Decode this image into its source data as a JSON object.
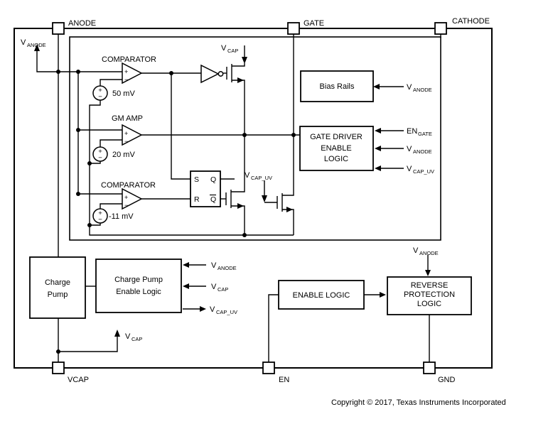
{
  "pins": {
    "anode": "ANODE",
    "gate": "GATE",
    "cathode": "CATHODE",
    "vcap": "VCAP",
    "en": "EN",
    "gnd": "GND"
  },
  "signals": {
    "v_anode": {
      "main": "V",
      "sub": "ANODE"
    },
    "v_cap": {
      "main": "V",
      "sub": "CAP"
    },
    "v_cap_uv": {
      "main": "V",
      "sub": "CAP_UV"
    },
    "en_gate": {
      "main": "EN",
      "sub": "GATE"
    }
  },
  "amplifiers": {
    "comparator_top": {
      "label": "COMPARATOR",
      "offset": "50 mV"
    },
    "gm_amp": {
      "label": "GM AMP",
      "offset": "20 mV"
    },
    "comparator_bottom": {
      "label": "COMPARATOR",
      "offset": "-11 mV"
    }
  },
  "symbols": {
    "plus": "+",
    "minus": "−"
  },
  "latch": {
    "s": "S",
    "q": "Q",
    "r": "R",
    "qbar": "Q"
  },
  "blocks": {
    "bias_rails": [
      "Bias Rails"
    ],
    "gate_driver_enable_logic": [
      "GATE DRIVER",
      "ENABLE",
      "LOGIC"
    ],
    "charge_pump": [
      "Charge",
      "Pump"
    ],
    "charge_pump_enable_logic": [
      "Charge Pump",
      "Enable Logic"
    ],
    "enable_logic": [
      "ENABLE LOGIC"
    ],
    "reverse_protection_logic": [
      "REVERSE",
      "PROTECTION",
      "LOGIC"
    ]
  },
  "footer": {
    "copyright": "Copyright © 2017, Texas Instruments Incorporated"
  },
  "colors": {
    "line": "#000000",
    "background": "#ffffff"
  }
}
